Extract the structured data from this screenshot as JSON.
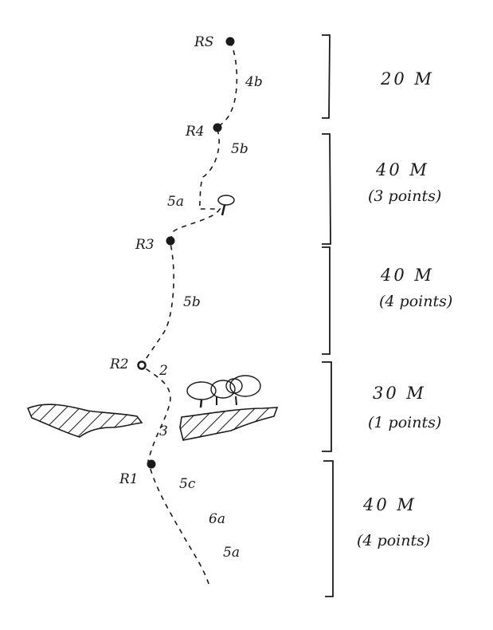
{
  "belays": [
    {
      "id": "R5",
      "label": "RS"
    },
    {
      "id": "R4",
      "label": "R4"
    },
    {
      "id": "R3",
      "label": "R3"
    },
    {
      "id": "R2",
      "label": "R2"
    },
    {
      "id": "R1",
      "label": "R1"
    }
  ],
  "grades": [
    "4b",
    "5b",
    "5a",
    "5b",
    "2",
    "3",
    "5c",
    "6a",
    "5a"
  ],
  "pitches": [
    {
      "length": "20 M",
      "points": ""
    },
    {
      "length": "40 M",
      "points": "(3 points)"
    },
    {
      "length": "40 M",
      "points": "(4 points)"
    },
    {
      "length": "30 M",
      "points": "(1 points)"
    },
    {
      "length": "40 M",
      "points": "(4 points)"
    }
  ]
}
